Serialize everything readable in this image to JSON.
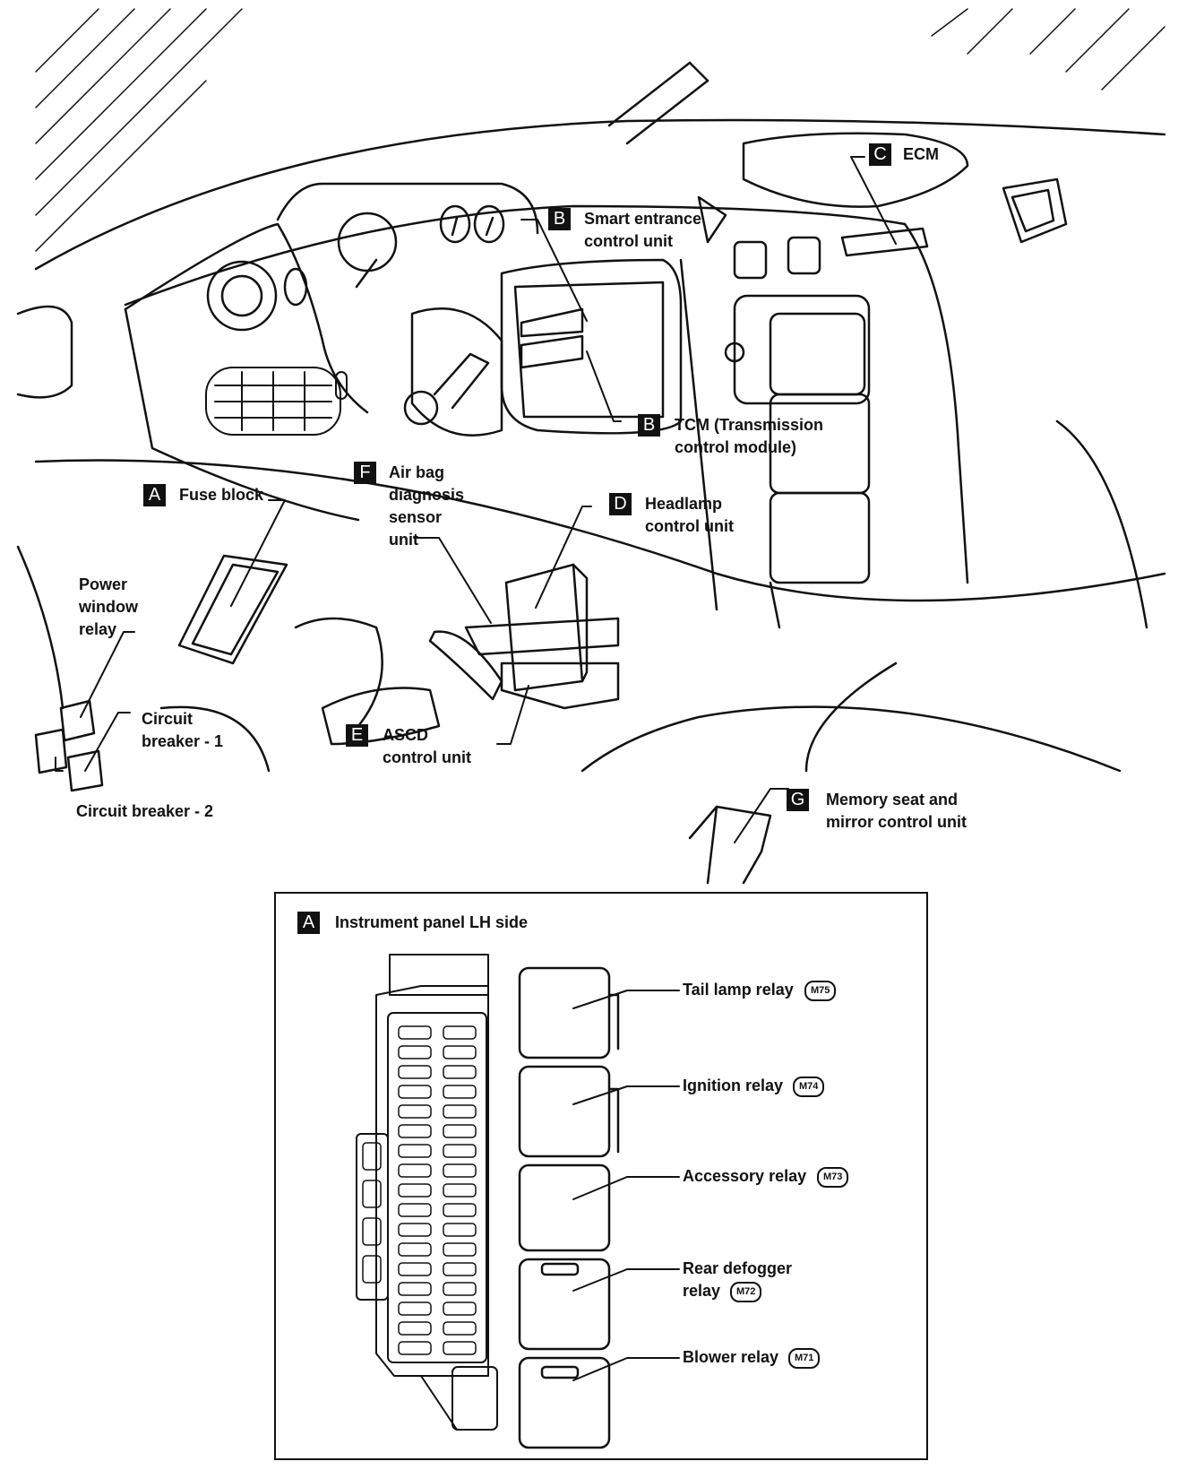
{
  "callouts": {
    "fuse_block": {
      "letter": "A",
      "text": "Fuse block"
    },
    "smart_entrance": {
      "letter": "B",
      "text": "Smart entrance\ncontrol unit"
    },
    "tcm": {
      "letter": "B",
      "text": "TCM (Transmission\ncontrol module)"
    },
    "ecm": {
      "letter": "C",
      "text": "ECM"
    },
    "headlamp": {
      "letter": "D",
      "text": "Headlamp\ncontrol unit"
    },
    "ascd": {
      "letter": "E",
      "text": "ASCD\ncontrol unit"
    },
    "airbag": {
      "letter": "F",
      "text": "Air bag\ndiagnosis\nsensor\nunit"
    },
    "memory_seat": {
      "letter": "G",
      "text": "Memory seat and\nmirror control unit"
    },
    "power_window": {
      "text": "Power\nwindow\nrelay"
    },
    "circuit_breaker_1": {
      "text": "Circuit\nbreaker - 1"
    },
    "circuit_breaker_2": {
      "text": "Circuit breaker - 2"
    }
  },
  "inset": {
    "letter": "A",
    "title": "Instrument panel LH side",
    "relays": [
      {
        "label": "Tail lamp relay",
        "connector": "M75"
      },
      {
        "label": "Ignition relay",
        "connector": "M74"
      },
      {
        "label": "Accessory relay",
        "connector": "M73"
      },
      {
        "label": "Rear defogger\nrelay",
        "connector": "M72"
      },
      {
        "label": "Blower relay",
        "connector": "M71"
      }
    ]
  }
}
